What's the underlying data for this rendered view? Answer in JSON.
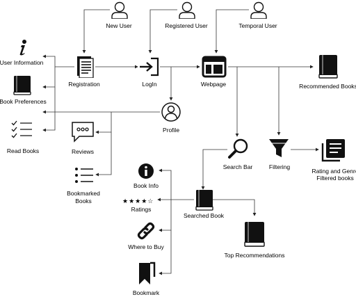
{
  "nodes": {
    "new_user": "New User",
    "registered_user": "Registered User",
    "temporal_user": "Temporal User",
    "user_information": "User Information",
    "registration": "Registration",
    "login": "LogIn",
    "webpage": "Webpage",
    "recommended_books": "Recommended Books",
    "book_preferences": "Book Preferences",
    "profile": "Profile",
    "read_books": "Read Books",
    "reviews": "Reviews",
    "search_bar": "Search Bar",
    "filtering": "Filtering",
    "rating_genre_filtered_line1": "Rating and Genre",
    "rating_genre_filtered_line2": "Filtered books",
    "bookmarked_books_line1": "Bookmarked",
    "bookmarked_books_line2": "Books",
    "book_info": "Book Info",
    "ratings": "Ratings",
    "searched_book": "Searched Book",
    "where_to_buy": "Where to Buy",
    "top_recommendations": "Top Recommendations",
    "bookmark": "Bookmark"
  },
  "ratings_stars": "★★★★☆",
  "icons": {
    "user": "user-icon",
    "info": "info-italic-icon",
    "form": "registration-form-icon",
    "login": "login-icon",
    "webpage": "webpage-layout-icon",
    "book": "book-icon",
    "profile": "profile-icon",
    "checklist": "checklist-icon",
    "reviews": "speech-bubble-icon",
    "list": "list-icon",
    "search": "search-icon",
    "filter": "filter-icon",
    "filtered": "filtered-list-icon",
    "info_circle": "info-circle-icon",
    "link": "link-icon",
    "bookmark": "bookmark-icon"
  }
}
